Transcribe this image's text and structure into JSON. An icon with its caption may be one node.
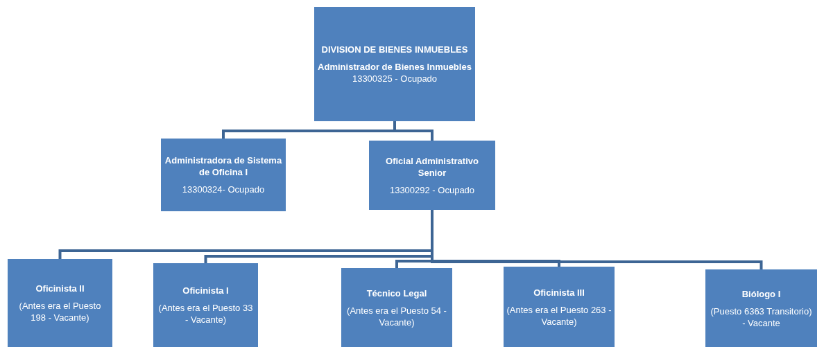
{
  "diagram": {
    "nodes": [
      {
        "text": [
          "DIVISION DE BIENES INMUEBLES",
          "**Administrador de Bienes Inmuebles** 13300325 - Ocupado"
        ]
      },
      {
        "text": [
          "Administradora de Sistema de Oficina I",
          "13300324- Ocupado"
        ]
      },
      {
        "text": [
          "Oficial Administrativo Senior",
          "13300292 - Ocupado"
        ]
      },
      {
        "text": [
          "Oficinista II",
          "(Antes era el Puesto 198 - Vacante)"
        ]
      },
      {
        "text": [
          "Oficinista I",
          "(Antes era el Puesto 33 - Vacante)"
        ]
      },
      {
        "text": [
          "Técnico Legal",
          "(Antes era el Puesto 54 - Vacante)"
        ]
      },
      {
        "text": [
          "Oficinista III",
          "(Antes era el Puesto 263 - Vacante)"
        ]
      },
      {
        "text": [
          "Biólogo I",
          "(Puesto 6363 Transitorio) - Vacante"
        ]
      }
    ],
    "edges": [
      {
        "from": 0,
        "to": 1,
        "arrow": "none"
      },
      {
        "from": 0,
        "to": 2,
        "arrow": "none"
      },
      {
        "from": 2,
        "to": 3,
        "arrow": "none"
      },
      {
        "from": 2,
        "to": 4,
        "arrow": "none"
      },
      {
        "from": 2,
        "to": 5,
        "arrow": "none"
      },
      {
        "from": 2,
        "to": 6,
        "arrow": "none"
      },
      {
        "from": 2,
        "to": 7,
        "arrow": "none"
      }
    ]
  }
}
